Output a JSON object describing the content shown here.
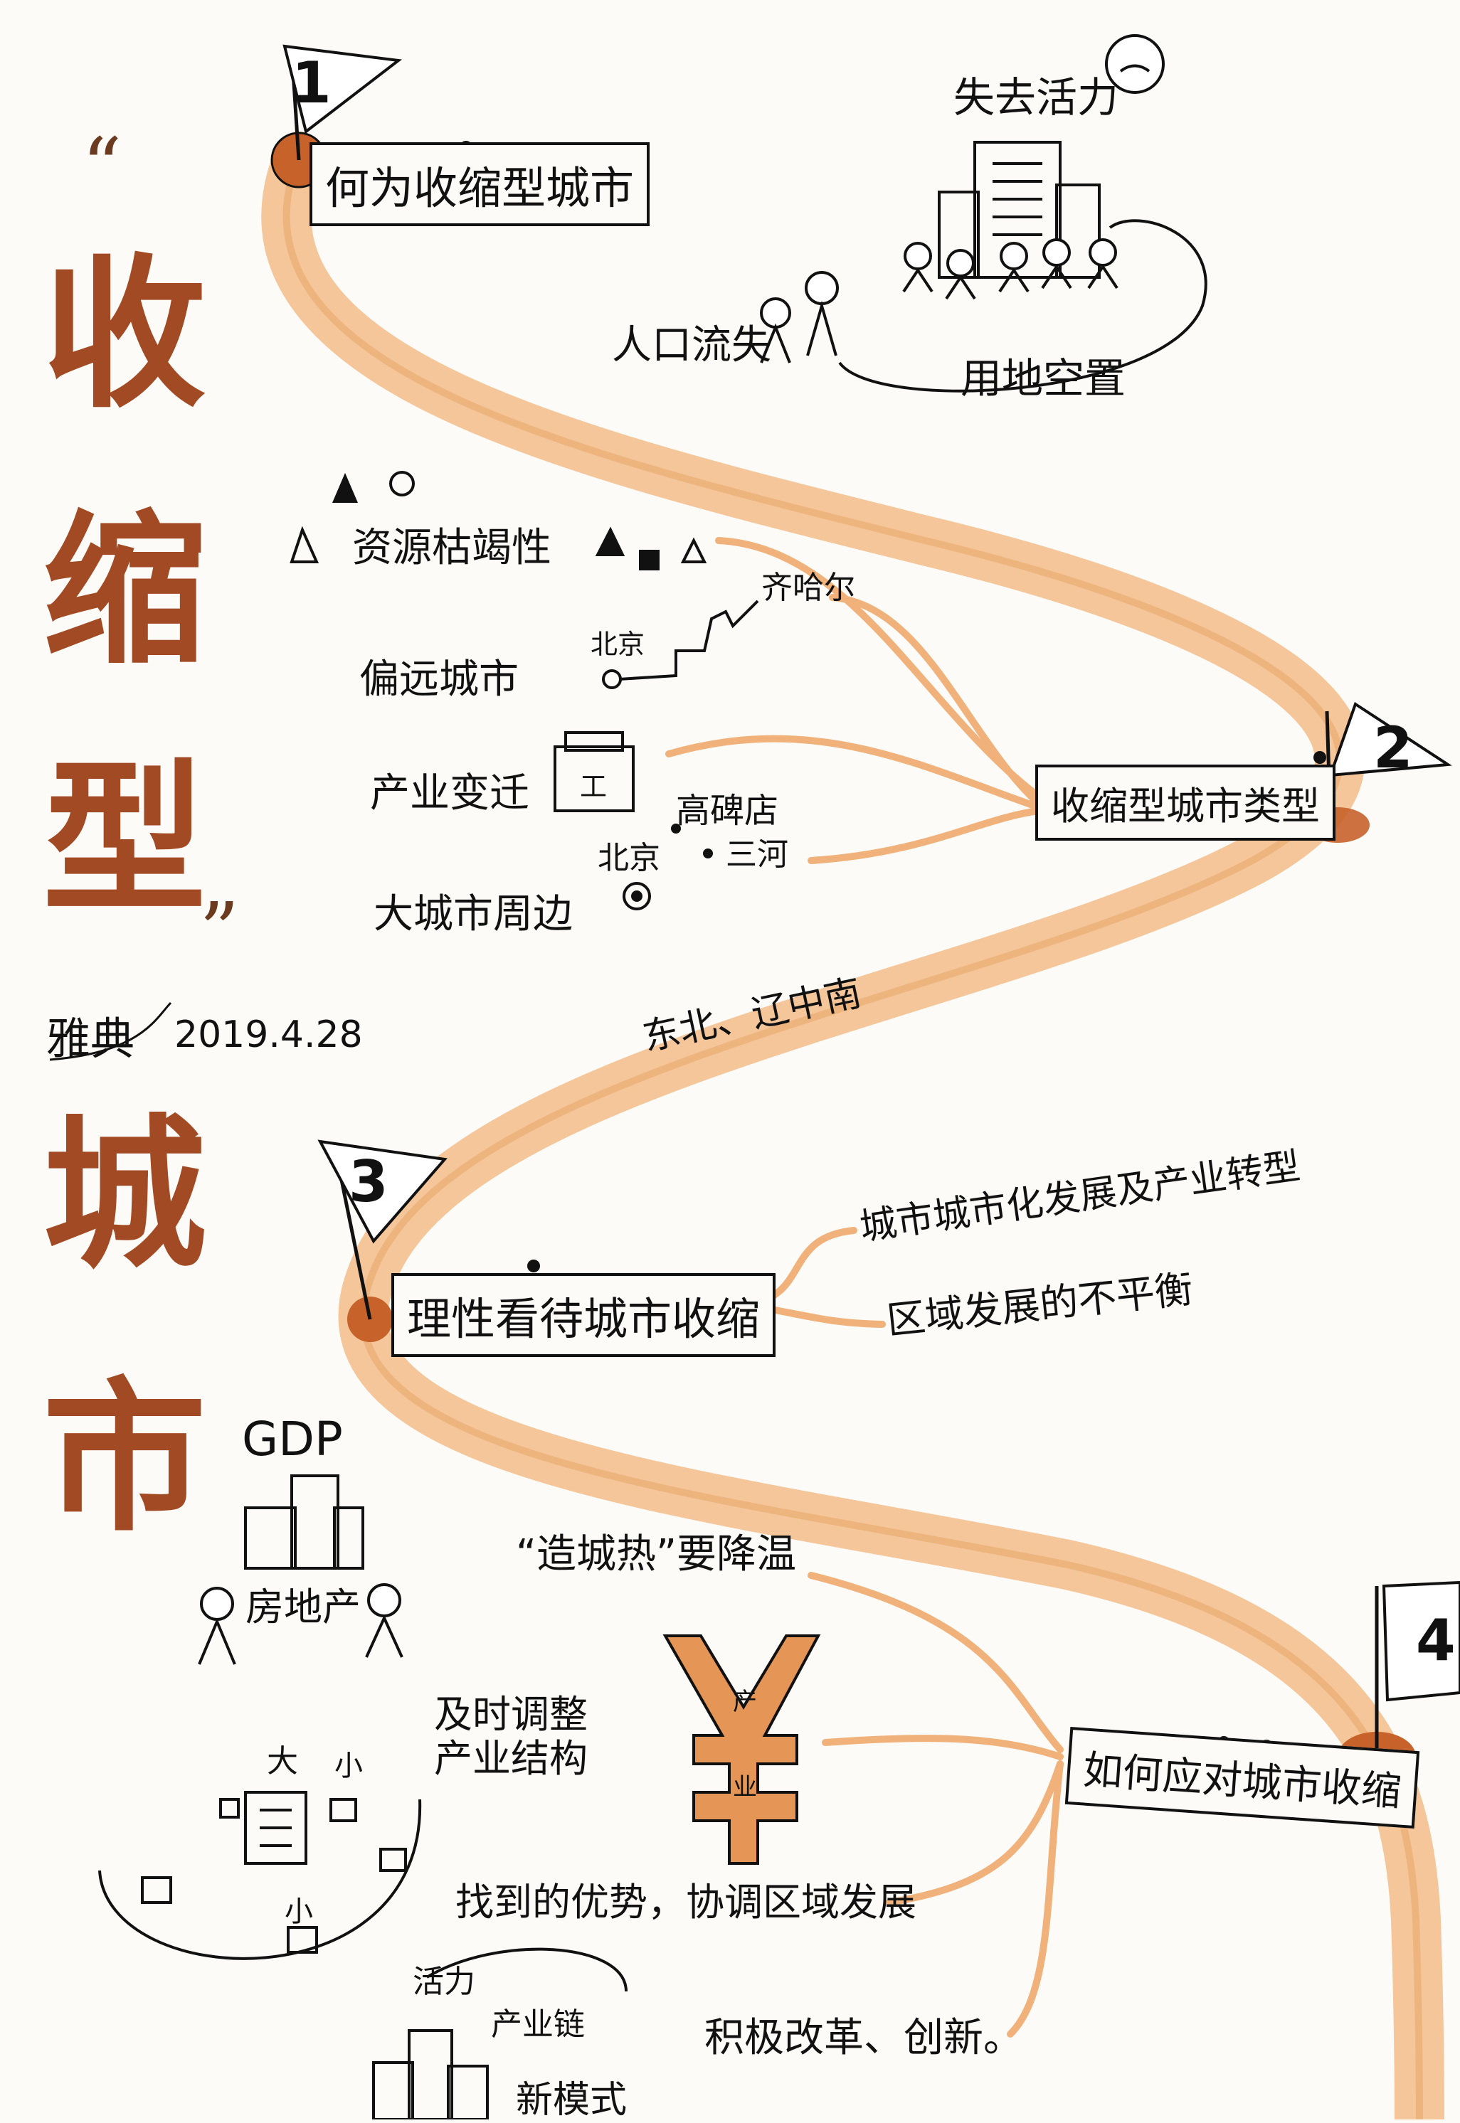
{
  "title": {
    "chars": [
      "收",
      "缩",
      "型",
      "城",
      "市"
    ],
    "open_quote": "“",
    "close_quote": "”"
  },
  "author": {
    "name": "雅典",
    "date": "2019.4.28"
  },
  "sections": [
    {
      "number": "1",
      "label": "何为收缩型城市",
      "notes": [
        "人口流失",
        "用地空置",
        "失去活力"
      ]
    },
    {
      "number": "2",
      "label": "收缩型城市类型",
      "types": [
        "资源枯竭性",
        "偏远城市",
        "产业变迁",
        "大城市周边"
      ],
      "remote_example": {
        "from": "北京",
        "to": "齐哈尔"
      },
      "suburb_example": {
        "center": "北京",
        "places": [
          "高碑店",
          "三河"
        ]
      },
      "industry_icon_text": "工",
      "region_note": "东北、辽中南"
    },
    {
      "number": "3",
      "label": "理性看待城市收缩",
      "notes": [
        "城市城市化发展及产业转型",
        "区域发展的不平衡"
      ]
    },
    {
      "number": "4",
      "label": "如何应对城市收缩",
      "notes": [
        "“造城热”要降温",
        "及时调整产业结构",
        "找到的优势，协调区域发展",
        "积极改革、创新。"
      ],
      "sub_notes": [
        "活力",
        "产业链",
        "新模式"
      ],
      "yuan_text": [
        "产",
        "业"
      ],
      "region_labels": [
        "大",
        "小",
        "小"
      ]
    }
  ],
  "left_notes": {
    "gdp": "GDP",
    "real_estate": "房地产"
  },
  "colors": {
    "river": "#f0b27a",
    "river_dark": "#e08a4a",
    "title": "#a24a24",
    "ink": "#111111"
  }
}
